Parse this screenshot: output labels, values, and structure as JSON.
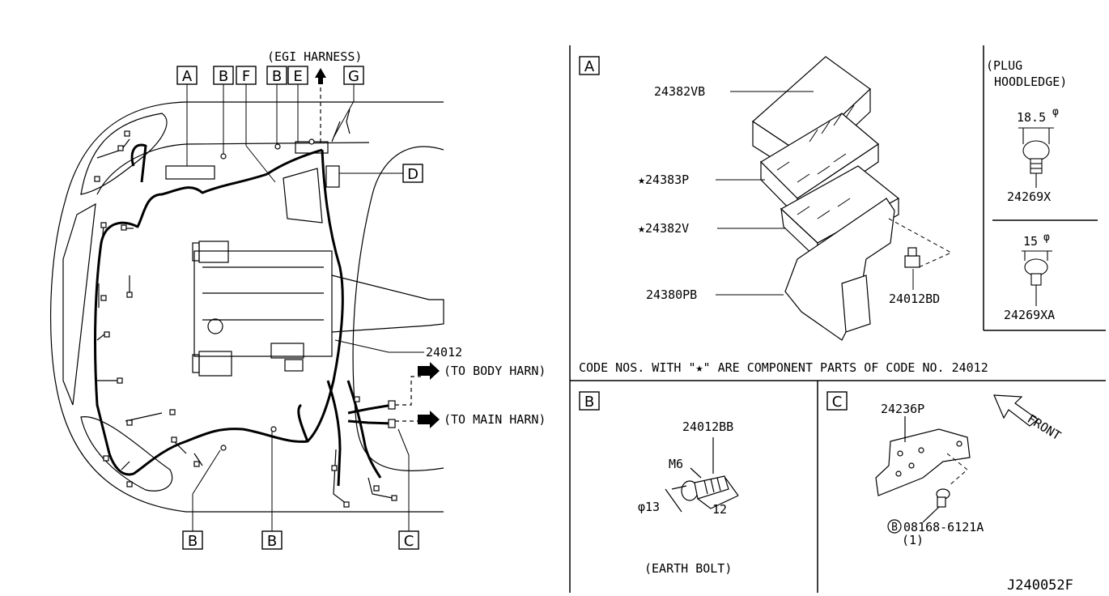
{
  "main": {
    "egi_harness": "(EGI HARNESS)",
    "top_letters": [
      "A",
      "B",
      "F",
      "B",
      "E",
      "G"
    ],
    "side_letter_d": "D",
    "bottom_letters": [
      "B",
      "B",
      "C"
    ],
    "part_24012": "24012",
    "to_body_harn": "(TO BODY HARN)",
    "to_main_harn": "(TO MAIN HARN)"
  },
  "panel_a": {
    "letter": "A",
    "parts": [
      "24382VB",
      "★24383P",
      "★24382V",
      "24380PB",
      "24012BD"
    ],
    "plug_title_1": "(PLUG",
    "plug_title_2": "HOODLEDGE)",
    "dim_1": "18.5",
    "dim_1_unit": "φ",
    "plug_1": "24269X",
    "dim_2": "15",
    "dim_2_unit": "φ",
    "plug_2": "24269XA",
    "note": "CODE NOS. WITH \"★\" ARE COMPONENT PARTS OF CODE NO. 24012"
  },
  "panel_b": {
    "letter": "B",
    "part": "24012BB",
    "thread": "M6",
    "diameter": "φ13",
    "length": "12",
    "caption": "(EARTH BOLT)"
  },
  "panel_c": {
    "letter": "C",
    "part": "24236P",
    "bolt_circle": "B",
    "bolt": "08168-6121A",
    "qty": "(1)",
    "front": "FRONT"
  },
  "diagram_code": "J240052F"
}
